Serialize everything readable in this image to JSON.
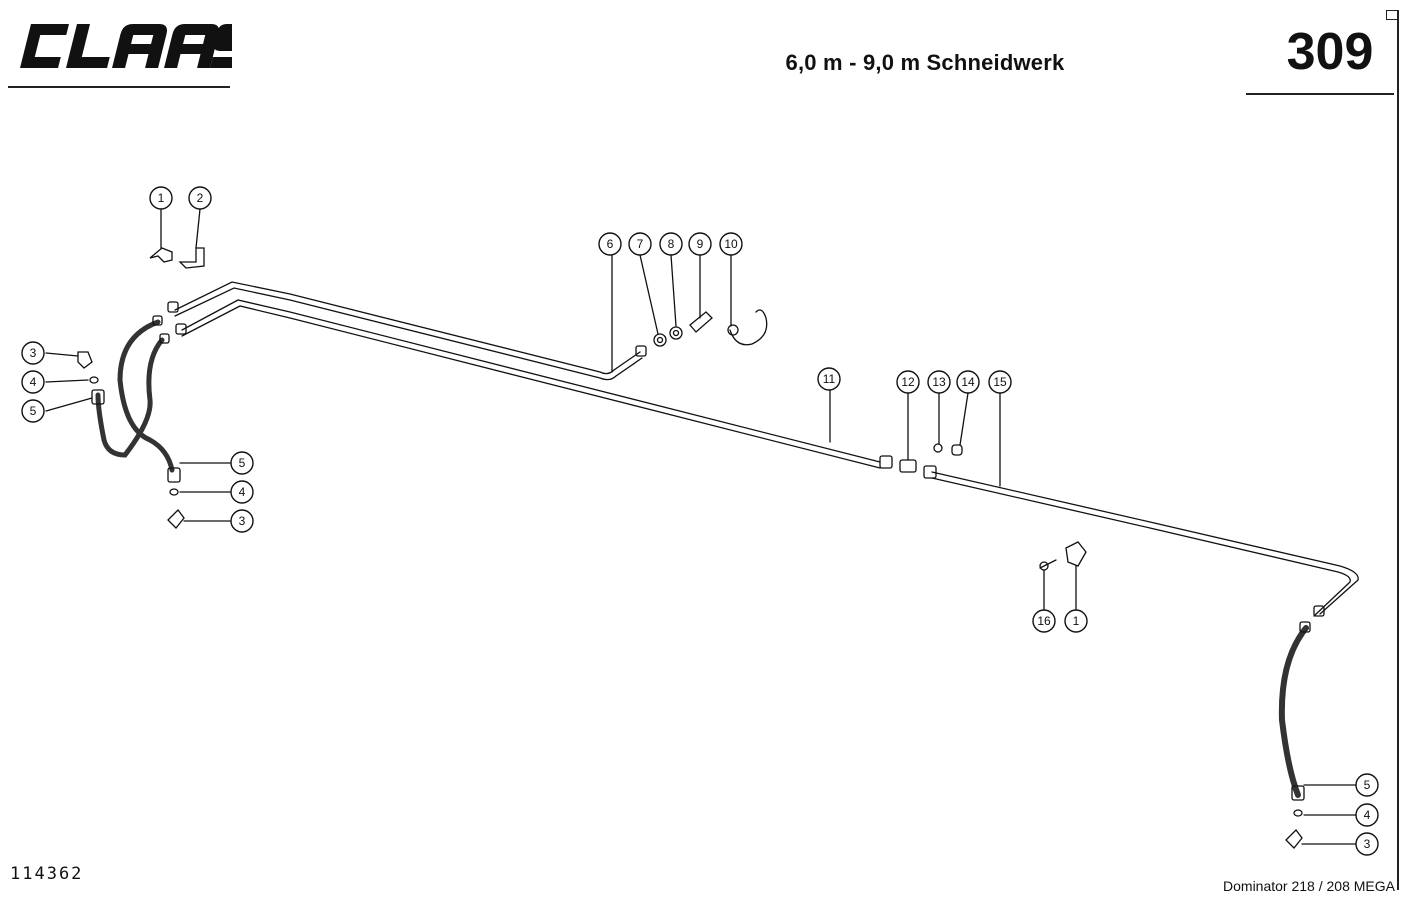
{
  "header": {
    "logo_text": "CLAAS",
    "title": "6,0 m - 9,0 m Schneidwerk",
    "page_number": "309"
  },
  "footer": {
    "doc_id": "114362",
    "model": "Dominator 218 / 208 MEGA"
  },
  "callouts": [
    {
      "label": "1"
    },
    {
      "label": "2"
    },
    {
      "label": "3"
    },
    {
      "label": "4"
    },
    {
      "label": "5"
    },
    {
      "label": "5"
    },
    {
      "label": "4"
    },
    {
      "label": "3"
    },
    {
      "label": "6"
    },
    {
      "label": "7"
    },
    {
      "label": "8"
    },
    {
      "label": "9"
    },
    {
      "label": "10"
    },
    {
      "label": "11"
    },
    {
      "label": "12"
    },
    {
      "label": "13"
    },
    {
      "label": "14"
    },
    {
      "label": "15"
    },
    {
      "label": "16"
    },
    {
      "label": "1"
    },
    {
      "label": "5"
    },
    {
      "label": "4"
    },
    {
      "label": "3"
    }
  ]
}
